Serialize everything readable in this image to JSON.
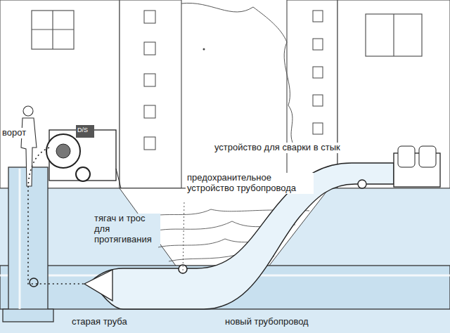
{
  "diagram": {
    "labels": [
      "ворот",
      "D/S",
      "устройство для сварки в стык",
      "предохранительное устройство трубопровода",
      "тягач и трос для протягивания",
      "старая труба",
      "новый трубопровод"
    ]
  }
}
